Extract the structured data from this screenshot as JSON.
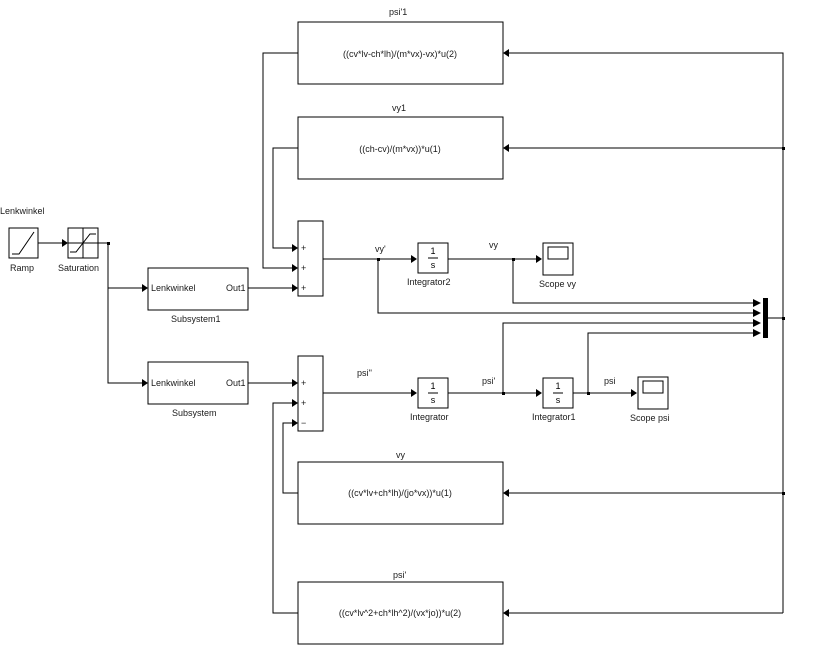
{
  "diagram": {
    "type": "simulink-block-diagram",
    "source_block": {
      "group_label": "Lenkwinkel",
      "ramp_label": "Ramp",
      "saturation_label": "Saturation"
    },
    "subsystems": [
      {
        "name": "Subsystem1",
        "in_port": "Lenkwinkel",
        "out_port": "Out1"
      },
      {
        "name": "Subsystem",
        "in_port": "Lenkwinkel",
        "out_port": "Out1"
      }
    ],
    "fcn_blocks": [
      {
        "title": "psi'1",
        "expression": "((cv*lv-ch*lh)/(m*vx)-vx)*u(2)"
      },
      {
        "title": "vy1",
        "expression": "((ch-cv)/(m*vx))*u(1)"
      },
      {
        "title": "vy",
        "expression": "((cv*lv+ch*lh)/(jo*vx))*u(1)"
      },
      {
        "title": "psi'",
        "expression": "((cv*lv^2+ch*lh^2)/(vx*jo))*u(2)"
      }
    ],
    "sum_blocks": [
      {
        "signs": [
          "+",
          "+",
          "+"
        ]
      },
      {
        "signs": [
          "+",
          "+",
          "−"
        ]
      }
    ],
    "integrators": [
      {
        "name": "Integrator2",
        "numerator": "1",
        "denominator": "s"
      },
      {
        "name": "Integrator",
        "numerator": "1",
        "denominator": "s"
      },
      {
        "name": "Integrator1",
        "numerator": "1",
        "denominator": "s"
      }
    ],
    "scopes": [
      {
        "name": "Scope vy"
      },
      {
        "name": "Scope psi"
      }
    ],
    "signals": {
      "vy_dot": "vy'",
      "vy": "vy",
      "psi_ddot": "psi''",
      "psi_dot": "psi'",
      "psi": "psi"
    },
    "mux": {
      "inputs": 4
    }
  }
}
